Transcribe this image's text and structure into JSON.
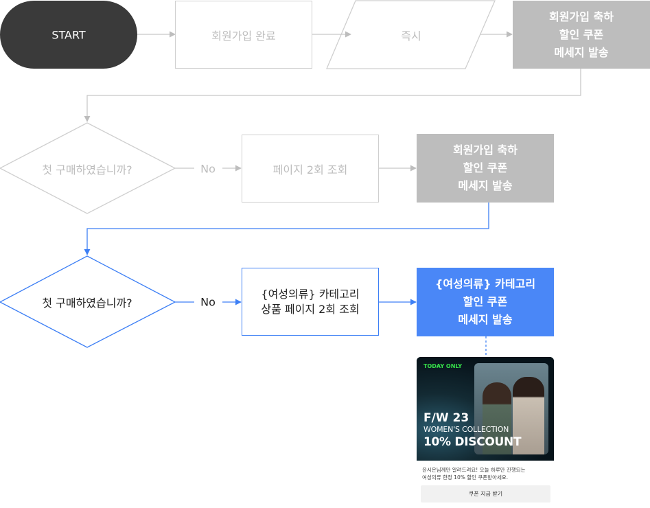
{
  "row1": {
    "start": "START",
    "signup_complete": "회원가입 완료",
    "immediately": "즉시",
    "send_box": "회원가입 축하\n할인 쿠폰\n메세지 발송"
  },
  "row2": {
    "decision": "첫 구매하였습니까?",
    "no_label": "No",
    "process": "페이지 2회 조회",
    "send_box": "회원가입 축하\n할인 쿠폰\n메세지 발송"
  },
  "row3": {
    "decision": "첫 구매하였습니까?",
    "no_label": "No",
    "process": "{여성의류} 카테고리\n상품 페이지 2회 조회",
    "send_box": "{여성의류} 카테고리\n할인 쿠폰\n메세지 발송"
  },
  "promo": {
    "badge": "TODAY ONLY",
    "title": "F/W 23",
    "subtitle": "WOMEN'S COLLECTION",
    "discount": "10% DISCOUNT",
    "description": "윤시은님께만 알려드려요! 오늘 하루만 진행되는\n여성의류 한정 10% 할인 쿠폰받아세요.",
    "cta": "쿠폰 지금 받기"
  },
  "colors": {
    "start_fill": "#3a3a3a",
    "inactive_line": "#c8c8c8",
    "inactive_fill": "#bdbdbd",
    "active_blue": "#3d7ff5",
    "active_fill": "#4a87f7"
  }
}
